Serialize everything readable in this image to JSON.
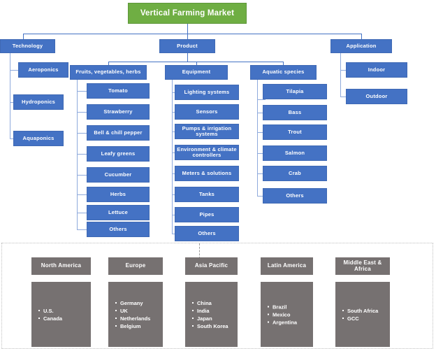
{
  "diagram": {
    "title": "Vertical Farming Market",
    "type": "organizational-hierarchy",
    "colors": {
      "root": "#6FAE43",
      "node": "#4472C4",
      "region": "#767171",
      "connector": "#4472C4",
      "frame": "#bfbfbf"
    },
    "segments": [
      {
        "label": "Technology",
        "children": [
          {
            "label": "Aeroponics"
          },
          {
            "label": "Hydroponics"
          },
          {
            "label": "Aquaponics"
          }
        ]
      },
      {
        "label": "Product",
        "groups": [
          {
            "label": "Fruits, vegetables, herbs",
            "children": [
              {
                "label": "Tomato"
              },
              {
                "label": "Strawberry"
              },
              {
                "label": "Bell & chill pepper"
              },
              {
                "label": "Leafy greens"
              },
              {
                "label": "Cucumber"
              },
              {
                "label": "Herbs"
              },
              {
                "label": "Lettuce"
              },
              {
                "label": "Others"
              }
            ]
          },
          {
            "label": "Equipment",
            "children": [
              {
                "label": "Lighting systems"
              },
              {
                "label": "Sensors"
              },
              {
                "label": "Pumps & irrigation systems"
              },
              {
                "label": "Environment & climate controllers"
              },
              {
                "label": "Meters & solutions"
              },
              {
                "label": "Tanks"
              },
              {
                "label": "Pipes"
              },
              {
                "label": "Others"
              }
            ]
          },
          {
            "label": "Aquatic species",
            "children": [
              {
                "label": "Tilapia"
              },
              {
                "label": "Bass"
              },
              {
                "label": "Trout"
              },
              {
                "label": "Salmon"
              },
              {
                "label": "Crab"
              },
              {
                "label": "Others"
              }
            ]
          }
        ]
      },
      {
        "label": "Application",
        "children": [
          {
            "label": "Indoor"
          },
          {
            "label": "Outdoor"
          }
        ]
      }
    ],
    "regions": [
      {
        "label": "North America",
        "countries": [
          "U.S.",
          "Canada"
        ]
      },
      {
        "label": "Europe",
        "countries": [
          "Germany",
          "UK",
          "Netherlands",
          "Belgium"
        ]
      },
      {
        "label": "Asia Pacific",
        "countries": [
          "China",
          "India",
          "Japan",
          "South Korea"
        ]
      },
      {
        "label": "Latin America",
        "countries": [
          "Brazil",
          "Mexico",
          "Argentina"
        ]
      },
      {
        "label": "Middle East & Africa",
        "countries": [
          "South Africa",
          "GCC"
        ]
      }
    ]
  }
}
